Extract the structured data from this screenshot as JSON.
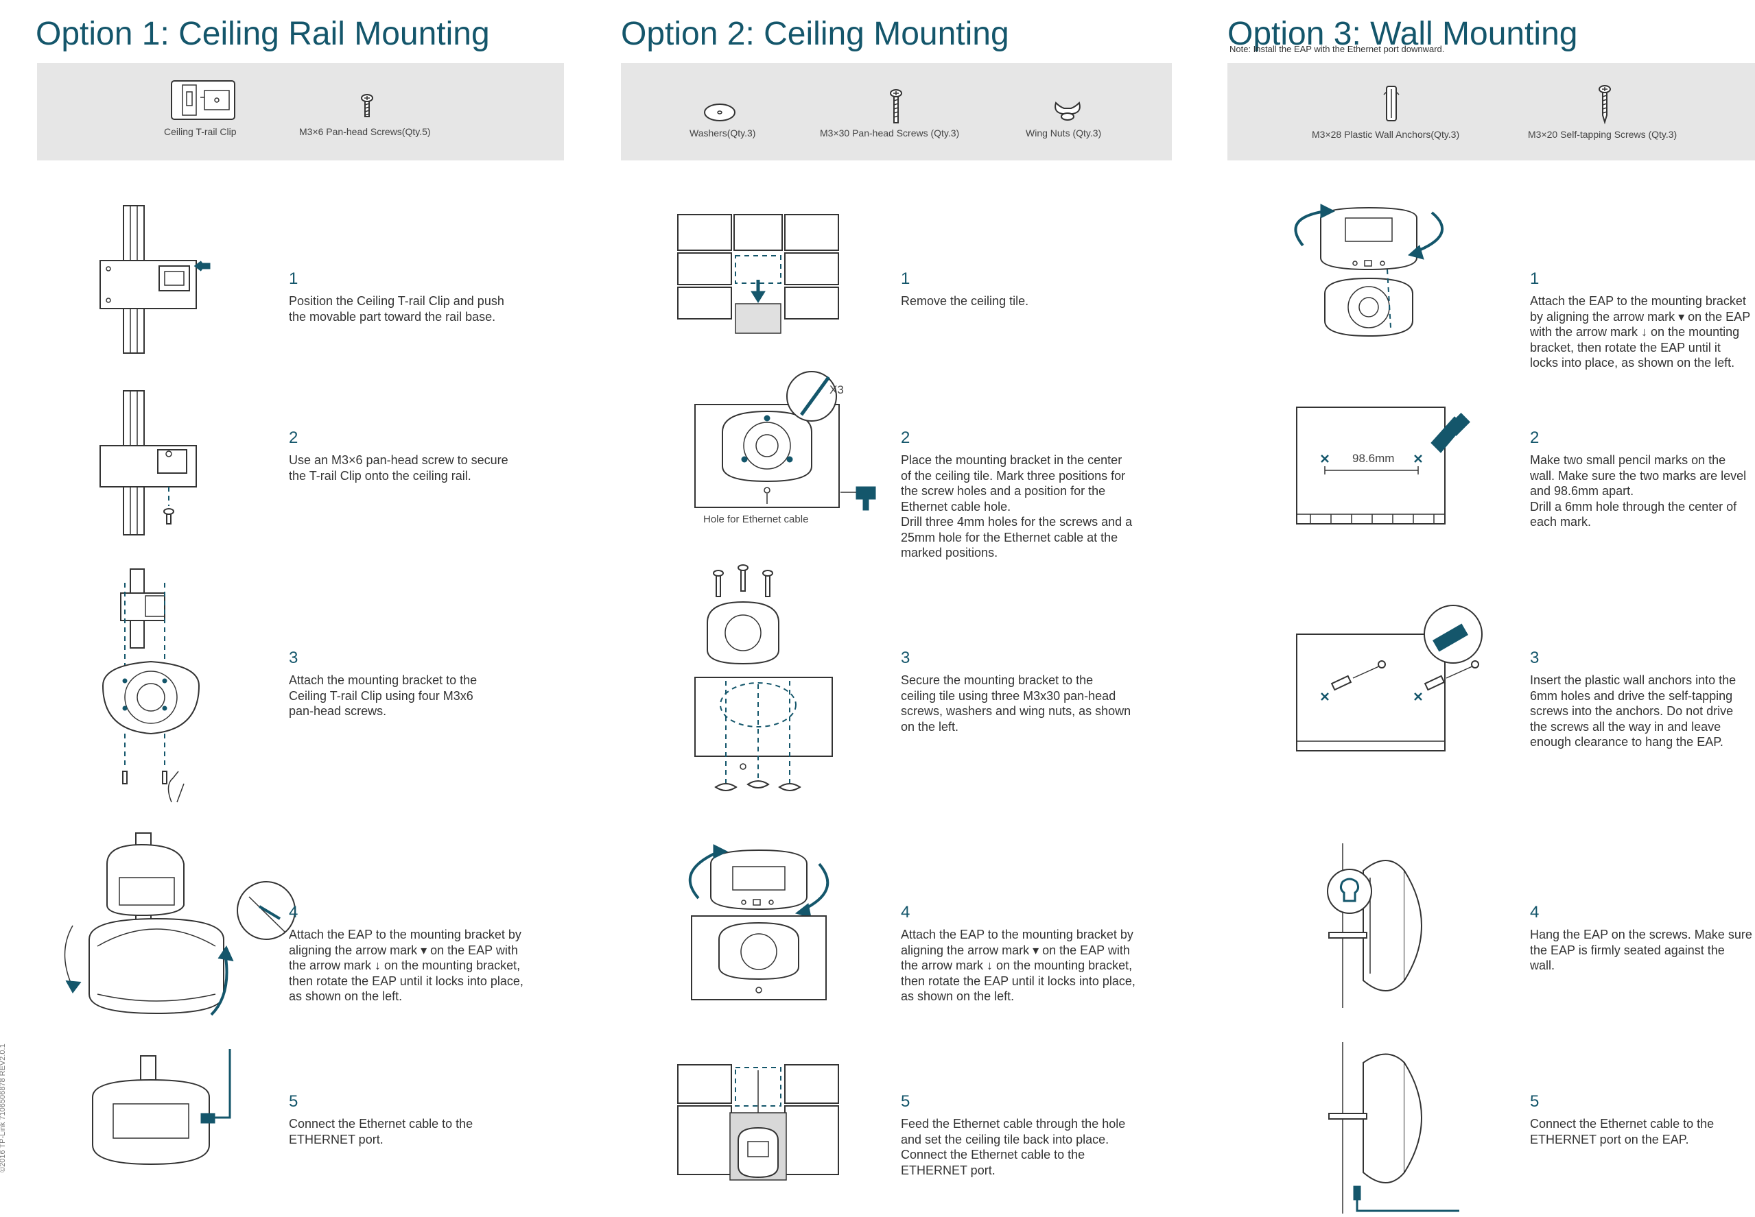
{
  "options": [
    {
      "title": "Option 1: Ceiling Rail Mounting",
      "parts": [
        "Ceiling T-rail Clip",
        "M3×6 Pan-head Screws(Qty.5)"
      ],
      "steps": [
        {
          "num": "1",
          "text": "Position the Ceiling T-rail Clip and push\nthe movable part toward the rail base."
        },
        {
          "num": "2",
          "text": "Use an M3×6 pan-head screw to secure\nthe T-rail Clip onto the ceiling rail."
        },
        {
          "num": "3",
          "text": "Attach the mounting bracket to the\nCeiling T-rail Clip using four M3x6\npan-head screws."
        },
        {
          "num": "4",
          "text": "Attach the EAP to the mounting bracket by\naligning the arrow mark ▾ on the EAP with\nthe arrow mark ↓ on the mounting bracket,\nthen rotate the EAP until it locks into place,\nas shown on the left."
        },
        {
          "num": "5",
          "text": "Connect the Ethernet cable to the\nETHERNET port."
        }
      ]
    },
    {
      "title": "Option 2: Ceiling Mounting",
      "parts": [
        "Washers(Qty.3)",
        "M3×30 Pan-head Screws (Qty.3)",
        "Wing Nuts (Qty.3)"
      ],
      "steps": [
        {
          "num": "1",
          "text": "Remove the ceiling tile."
        },
        {
          "num": "2",
          "text": "Place the mounting bracket in the center\nof the ceiling tile. Mark three positions for\nthe screw holes and a position for the\nEthernet cable hole.\nDrill three 4mm holes for the screws and a\n25mm hole for the Ethernet cable at the\nmarked positions."
        },
        {
          "num": "3",
          "text": "Secure the mounting bracket to the\nceiling tile using three M3x30 pan-head\nscrews, washers and wing nuts, as shown\non the left."
        },
        {
          "num": "4",
          "text": "Attach the EAP to the mounting bracket by\naligning the arrow mark ▾ on the EAP with\nthe arrow mark ↓ on the mounting bracket,\nthen rotate the EAP until it locks into place,\nas shown on the left."
        },
        {
          "num": "5",
          "text": "Feed the Ethernet cable through the hole\nand set the ceiling tile back into place.\nConnect the Ethernet cable to the\nETHERNET port."
        }
      ],
      "captions": {
        "hole": "Hole for Ethernet cable",
        "x3": "X3"
      }
    },
    {
      "title": "Option 3: Wall Mounting",
      "note": "Note: Install the EAP with the Ethernet port downward.",
      "parts": [
        "M3×28 Plastic Wall Anchors(Qty.3)",
        "M3×20 Self-tapping Screws (Qty.3)"
      ],
      "steps": [
        {
          "num": "1",
          "text": "Attach the EAP to the mounting bracket\nby aligning the arrow mark ▾ on the EAP\nwith the arrow mark ↓ on the mounting\nbracket, then rotate the EAP until it\nlocks into place, as shown on the left."
        },
        {
          "num": "2",
          "text": "Make two small pencil marks on the\nwall. Make sure the two marks are level\nand 98.6mm apart.\nDrill a 6mm hole through the center of\neach mark."
        },
        {
          "num": "3",
          "text": "Insert the plastic wall anchors into the\n6mm holes and drive the self-tapping\nscrews into the anchors. Do not drive\nthe screws all the way in and leave\nenough clearance to hang the EAP."
        },
        {
          "num": "4",
          "text": "Hang the EAP on the screws. Make sure\nthe EAP is firmly seated against the\nwall."
        },
        {
          "num": "5",
          "text": "Connect the Ethernet cable to the\nETHERNET port on the EAP."
        }
      ],
      "captions": {
        "distance": "98.6mm"
      }
    }
  ],
  "footer": "©2016 TP-Link   7106506878   REV2.0.1",
  "colors": {
    "accent": "#14566b",
    "parts_bg": "#e6e6e6",
    "text": "#333333"
  }
}
